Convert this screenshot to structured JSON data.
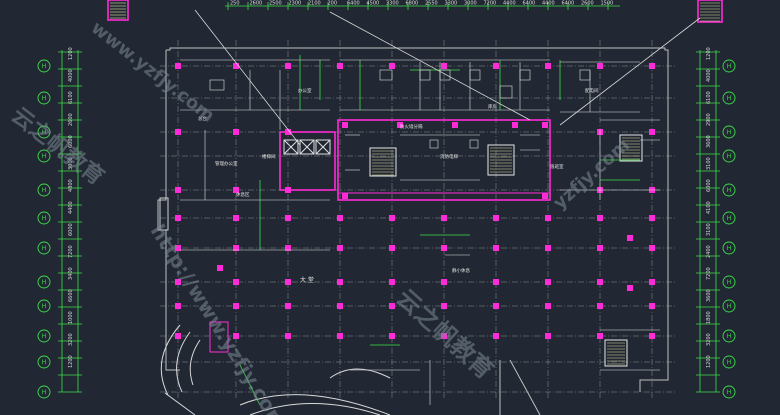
{
  "drawing": {
    "top_dimensions": [
      "250",
      "2600",
      "2500",
      "2300",
      "2100",
      "200",
      "6400",
      "4500",
      "3300",
      "6800",
      "2550",
      "3300",
      "3000",
      "7200",
      "4400",
      "6400",
      "4400",
      "6400",
      "2600",
      "1500"
    ],
    "left_dimensions": [
      "1200",
      "4000",
      "6100",
      "2600",
      "6000",
      "3000",
      "4800",
      "4400",
      "6000",
      "7200",
      "3400",
      "6600",
      "1000",
      "3200",
      "1200"
    ],
    "right_dimensions": [
      "1200",
      "4000",
      "6100",
      "2900",
      "3600",
      "3100",
      "6000",
      "4100",
      "3100",
      "2400",
      "7200",
      "3600",
      "1800",
      "3200",
      "1200"
    ],
    "axis_letters": [
      "H",
      "H",
      "H",
      "H",
      "H",
      "H",
      "H",
      "H",
      "H",
      "H",
      "H",
      "H"
    ],
    "room_labels": {
      "hall": "大 堂",
      "lobby": "静小休息",
      "office": "管理办公室",
      "stair_a": "楼梯间",
      "elevator": "消防电梯",
      "core_note": "防火墙分隔",
      "room_1": "总台",
      "room_2": "办公室",
      "room_3": "库房",
      "room_4": "配电间",
      "room_5": "值班室",
      "room_6": "休息区"
    },
    "watermarks": [
      "云之帆教育",
      "www.yzfjy.com",
      "http://www.yzfjy.com",
      "云之帆教育",
      "yzfjy.com"
    ]
  }
}
